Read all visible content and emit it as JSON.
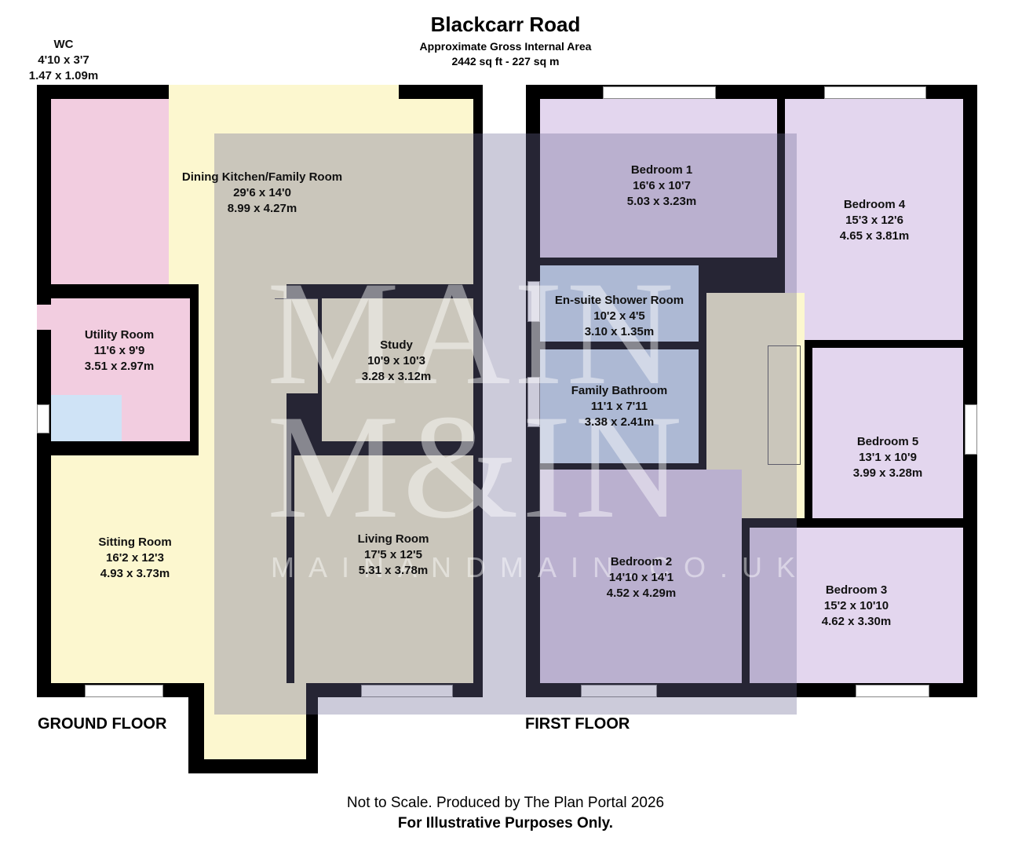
{
  "header": {
    "title": "Blackcarr Road",
    "subtitle": "Approximate Gross Internal Area",
    "area": "2442 sq ft - 227 sq m"
  },
  "floors": {
    "ground": "GROUND FLOOR",
    "first": "FIRST FLOOR"
  },
  "rooms": {
    "wc": {
      "name": "WC",
      "imperial": "4'10 x 3'7",
      "metric": "1.47 x 1.09m"
    },
    "kitchen": {
      "name": "Dining Kitchen/Family Room",
      "imperial": "29'6 x 14'0",
      "metric": "8.99 x 4.27m"
    },
    "utility": {
      "name": "Utility Room",
      "imperial": "11'6 x 9'9",
      "metric": "3.51 x 2.97m"
    },
    "study": {
      "name": "Study",
      "imperial": "10'9 x 10'3",
      "metric": "3.28 x 3.12m"
    },
    "sitting": {
      "name": "Sitting Room",
      "imperial": "16'2 x 12'3",
      "metric": "4.93 x 3.73m"
    },
    "living": {
      "name": "Living Room",
      "imperial": "17'5 x 12'5",
      "metric": "5.31 x 3.78m"
    },
    "bedroom1": {
      "name": "Bedroom 1",
      "imperial": "16'6 x 10'7",
      "metric": "5.03 x 3.23m"
    },
    "bedroom4": {
      "name": "Bedroom 4",
      "imperial": "15'3 x 12'6",
      "metric": "4.65 x 3.81m"
    },
    "ensuite": {
      "name": "En-suite Shower Room",
      "imperial": "10'2 x 4'5",
      "metric": "3.10 x 1.35m"
    },
    "bathroom": {
      "name": "Family Bathroom",
      "imperial": "11'1 x 7'11",
      "metric": "3.38 x 2.41m"
    },
    "bedroom5": {
      "name": "Bedroom 5",
      "imperial": "13'1 x 10'9",
      "metric": "3.99 x 3.28m"
    },
    "bedroom2": {
      "name": "Bedroom 2",
      "imperial": "14'10 x 14'1",
      "metric": "4.52 x 4.29m"
    },
    "bedroom3": {
      "name": "Bedroom 3",
      "imperial": "15'2 x 10'10",
      "metric": "4.62 x 3.30m"
    }
  },
  "watermark": {
    "line1": "MAIN",
    "line2": "M&IN",
    "url": "MAINANDMAIN.CO.UK"
  },
  "footer": {
    "note": "Not to Scale. Produced by The Plan Portal 2026",
    "disclaimer": "For Illustrative Purposes Only."
  },
  "colors": {
    "pink": "#f2cde0",
    "yellow": "#fcf7cf",
    "blue": "#cfe3f6",
    "lavender": "#e3d6ee",
    "wall": "#000000"
  }
}
